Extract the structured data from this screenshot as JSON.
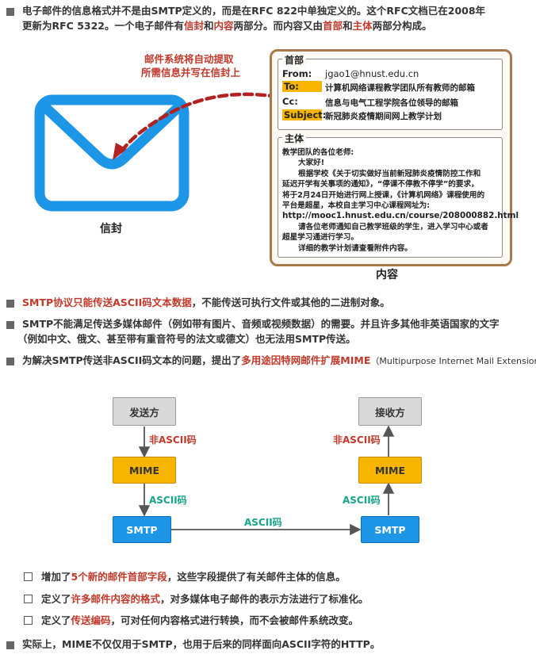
{
  "intro": {
    "line1_a": "电子邮件的信息格式并不是由SMTP定义的，而是在RFC 822中单独定义的。这个RFC文档已在2008年",
    "line2_a": "更新为RFC 5322。一个电子邮件有",
    "kw_envelope": "信封",
    "line2_b": "和",
    "kw_content": "内容",
    "line2_c": "两部分。而内容又由",
    "kw_header": "首部",
    "line2_d": "和",
    "kw_body": "主体",
    "line2_e": "两部分构成。"
  },
  "envelope": {
    "label": "信封",
    "arrow_note_1": "邮件系统将自动提取",
    "arrow_note_2": "所需信息并写在信封上"
  },
  "content_box": {
    "label": "内容",
    "header_title": "首部",
    "header_rows": [
      {
        "label": "From:",
        "value": "jgao1@hnust.edu.cn"
      },
      {
        "label": "To:",
        "value": "计算机网络课程教学团队所有教师的邮箱"
      },
      {
        "label": "Cc:",
        "value": "信息与电气工程学院各位领导的邮箱"
      },
      {
        "label": "Subject:",
        "value": "新冠肺炎疫情期间网上教学计划"
      }
    ],
    "body_title": "主体",
    "body_lines": [
      "教学团队的各位老师:",
      "大家好!",
      "根据学校《关于切实做好当前新冠肺炎疫情防控工作和",
      "延迟开学有关事项的通知》，“停课不停教不停学”的要求，",
      "将于2月24日开始进行网上授课，《计算机网络》课程使用的",
      "平台是超星，本校自主学习中心课程网址为:",
      "http://mooc1.hnust.edu.cn/course/208000882.html",
      "请各位老师通知自己教学班级的学生，进入学习中心或者",
      "超星学习通进行学习。",
      "详细的教学计划请查看附件内容。"
    ]
  },
  "bullets": {
    "b1_kw": "SMTP协议只能传送ASCII码文本数据",
    "b1_rest": "，不能传送可执行文件或其他的二进制对象。",
    "b2_line1": "SMTP不能满足传送多媒体邮件（例如带有图片、音频或视频数据）的需要。并且许多其他非英语国家的文字",
    "b2_line2": "（例如中文、俄文、甚至带有重音符号的法文或德文）也无法用SMTP传送。",
    "b3_a": "为解决SMTP传送非ASCII码文本的问题，提出了",
    "b3_kw": "多用途因特网邮件扩展MIME",
    "b3_b": "（Multipurpose Internet Mail Extensions）"
  },
  "diagram": {
    "sender": "发送方",
    "receiver": "接收方",
    "mime": "MIME",
    "smtp": "SMTP",
    "non_ascii": "非ASCII码",
    "ascii": "ASCII码"
  },
  "features": {
    "f1_a": "增加了",
    "f1_kw": "5个新的邮件首部字段",
    "f1_b": "，这些字段提供了有关邮件主体的信息。",
    "f2_a": "定义了",
    "f2_kw": "许多邮件内容的格式",
    "f2_b": "，对多媒体电子邮件的表示方法进行了标准化。",
    "f3_a": "定义了",
    "f3_kw": "传送编码",
    "f3_b": "，可对任何内容格式进行转换，而不会被邮件系统改变。"
  },
  "conclusion": "实际上，MIME不仅仅用于SMTP，也用于后来的同样面向ASCII字符的HTTP。",
  "colors": {
    "accent_red": "#c0392b",
    "highlight": "#f7b500",
    "envelope_blue": "#1e96e8",
    "teal": "#17a589",
    "box_brown": "#a8794a"
  }
}
